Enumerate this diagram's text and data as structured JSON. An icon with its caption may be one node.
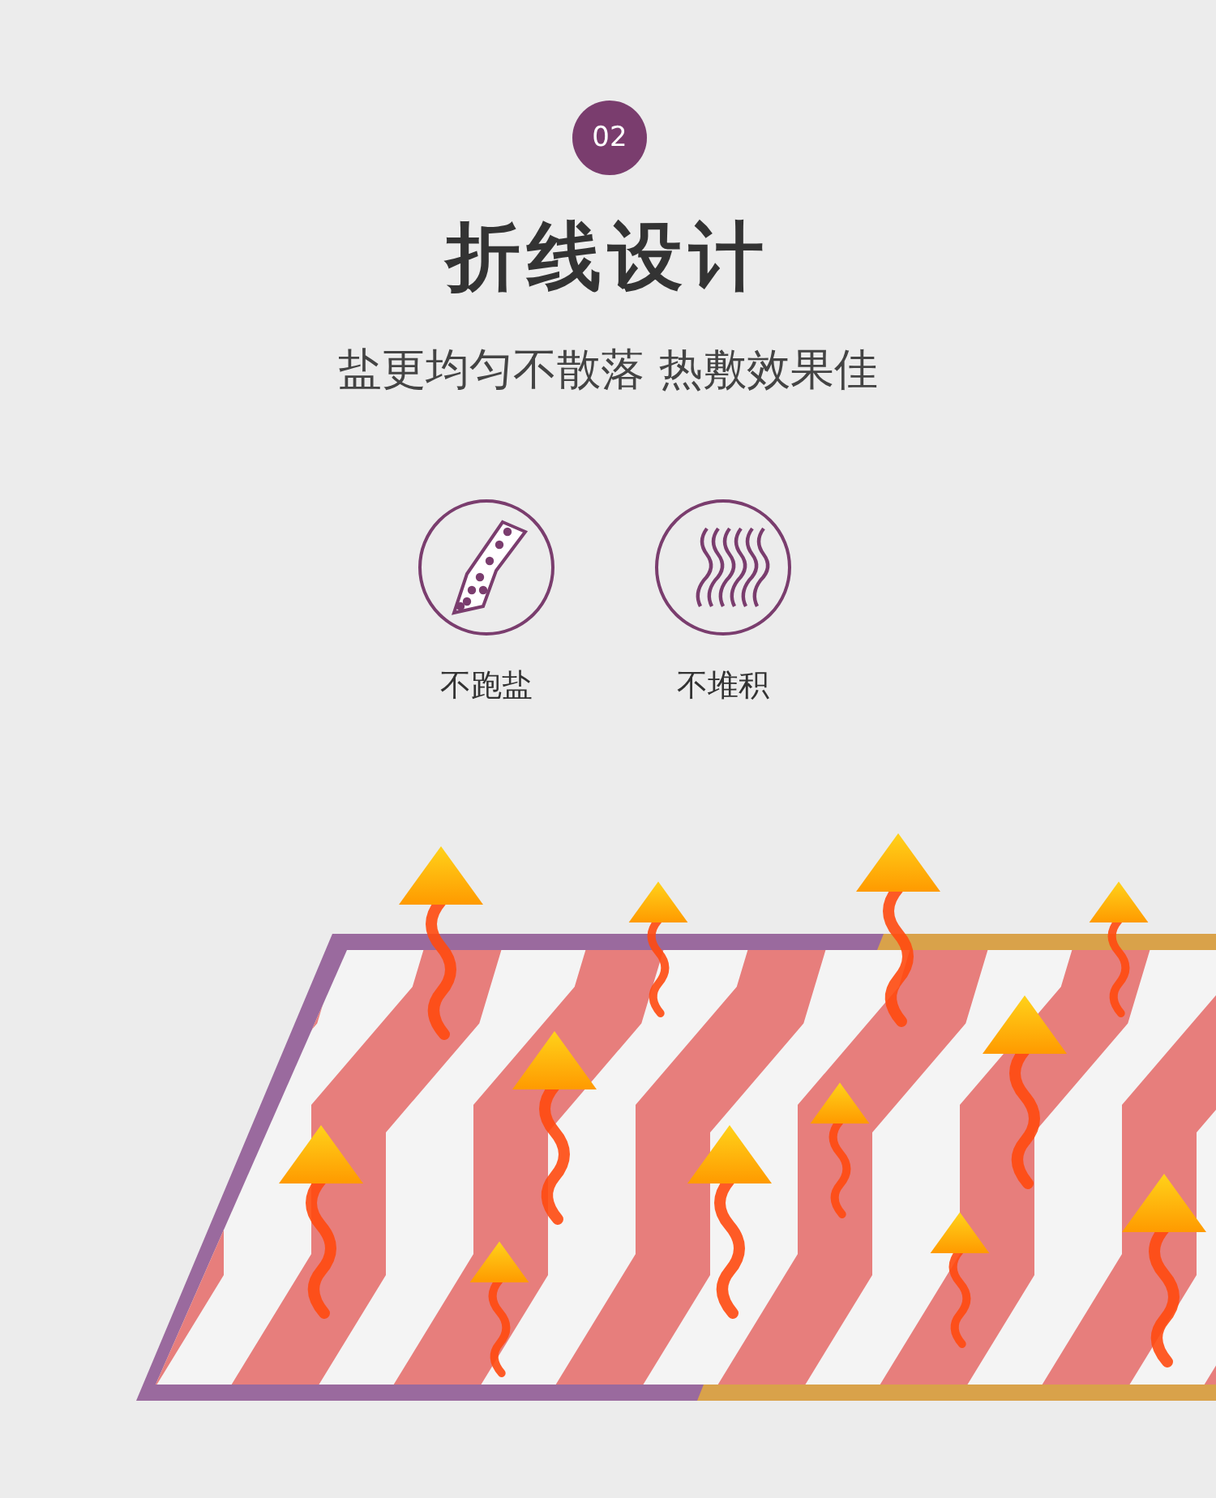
{
  "diagram": {
    "title": "折线设计",
    "labels": [
      "02",
      "盐更均匀不散落 热敷效果佳",
      "不跑盐",
      "不堆积"
    ]
  }
}
